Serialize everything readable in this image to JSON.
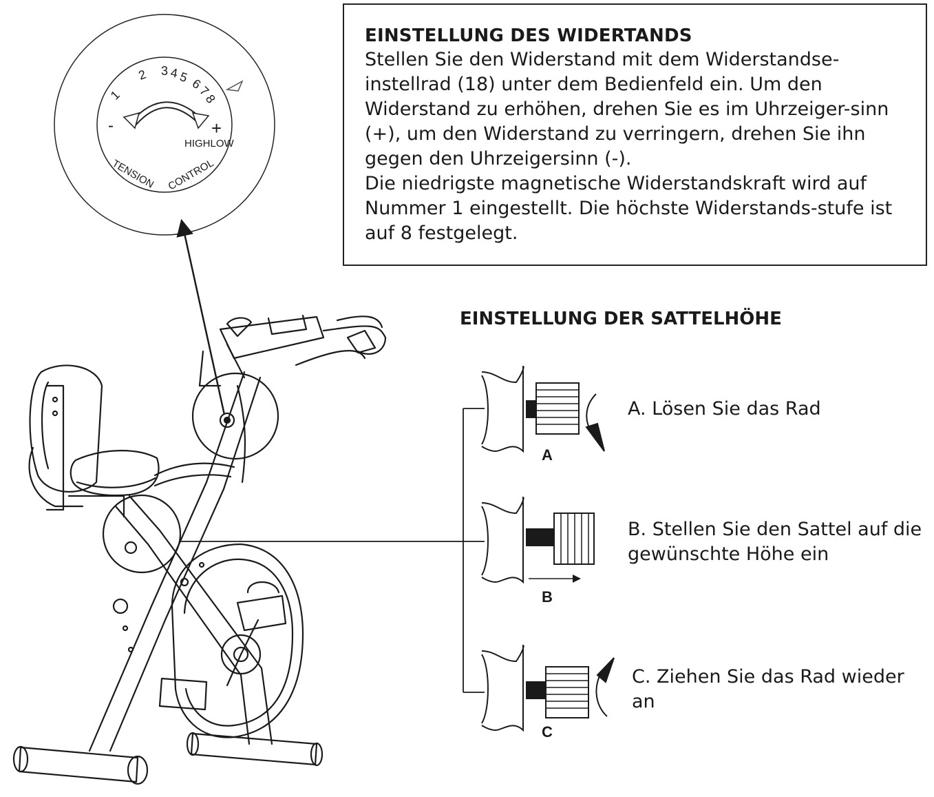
{
  "resistance": {
    "title": "EINSTELLUNG DES WIDERTANDS",
    "paragraph1": "Stellen Sie den Widerstand mit dem Widerstandse-instellrad (18) unter dem Bedienfeld ein. Um den Widerstand zu erhöhen, drehen Sie es im Uhrzeiger-sinn (+), um den Widerstand zu verringern, drehen Sie ihn gegen den Uhrzeigersinn (-).",
    "paragraph2": "Die niedrigste magnetische Widerstandskraft wird auf Nummer 1 eingestellt. Die höchste Widerstands-stufe ist auf 8 festgelegt."
  },
  "dial": {
    "numbers": [
      "1",
      "2",
      "3",
      "4",
      "5",
      "6",
      "7",
      "8"
    ],
    "minus": "-",
    "plus": "+",
    "highlow": "HIGHLOW",
    "word1": "TENSION",
    "word2": "CONTROL"
  },
  "seat": {
    "title": "EINSTELLUNG DER SATTELHÖHE",
    "steps": [
      {
        "letter": "A",
        "text": "A. Lösen Sie das Rad"
      },
      {
        "letter": "B",
        "text": "B. Stellen Sie den Sattel auf die gewünschte Höhe ein"
      },
      {
        "letter": "C",
        "text": "C. Ziehen Sie das Rad wieder an"
      }
    ]
  }
}
